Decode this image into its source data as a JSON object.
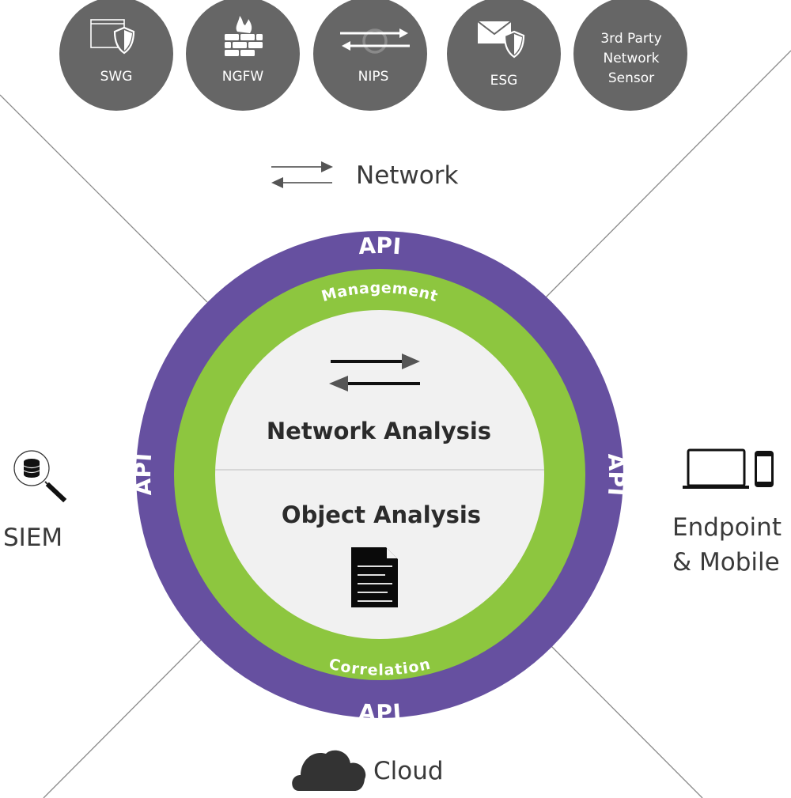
{
  "sensors": [
    {
      "label": "SWG",
      "icon": "browser-shield-icon"
    },
    {
      "label": "NGFW",
      "icon": "firewall-icon"
    },
    {
      "label": "NIPS",
      "icon": "traffic-arrows-icon"
    },
    {
      "label": "ESG",
      "icon": "email-shield-icon"
    },
    {
      "label_lines": [
        "3rd Party",
        "Network",
        "Sensor"
      ]
    }
  ],
  "network": {
    "label": "Network",
    "icon": "bidirectional-arrows-icon"
  },
  "siem": {
    "label": "SIEM",
    "icon": "database-search-icon"
  },
  "endpoint": {
    "label_lines": [
      "Endpoint",
      "& Mobile"
    ],
    "icon": "laptop-phone-icon"
  },
  "cloud": {
    "label": "Cloud",
    "icon": "cloud-icon"
  },
  "core": {
    "outer_ring_label": "API",
    "middle_ring_top": "Management",
    "middle_ring_bottom": "Correlation",
    "upper_section": "Network Analysis",
    "lower_section": "Object Analysis"
  },
  "colors": {
    "api_ring": "#6650a0",
    "middle_ring": "#8dc63f",
    "core_fill": "#f1f1f1",
    "sensor_fill": "#666666",
    "connector_line": "#8a8a8a",
    "text_dark": "#3a3a3a"
  }
}
